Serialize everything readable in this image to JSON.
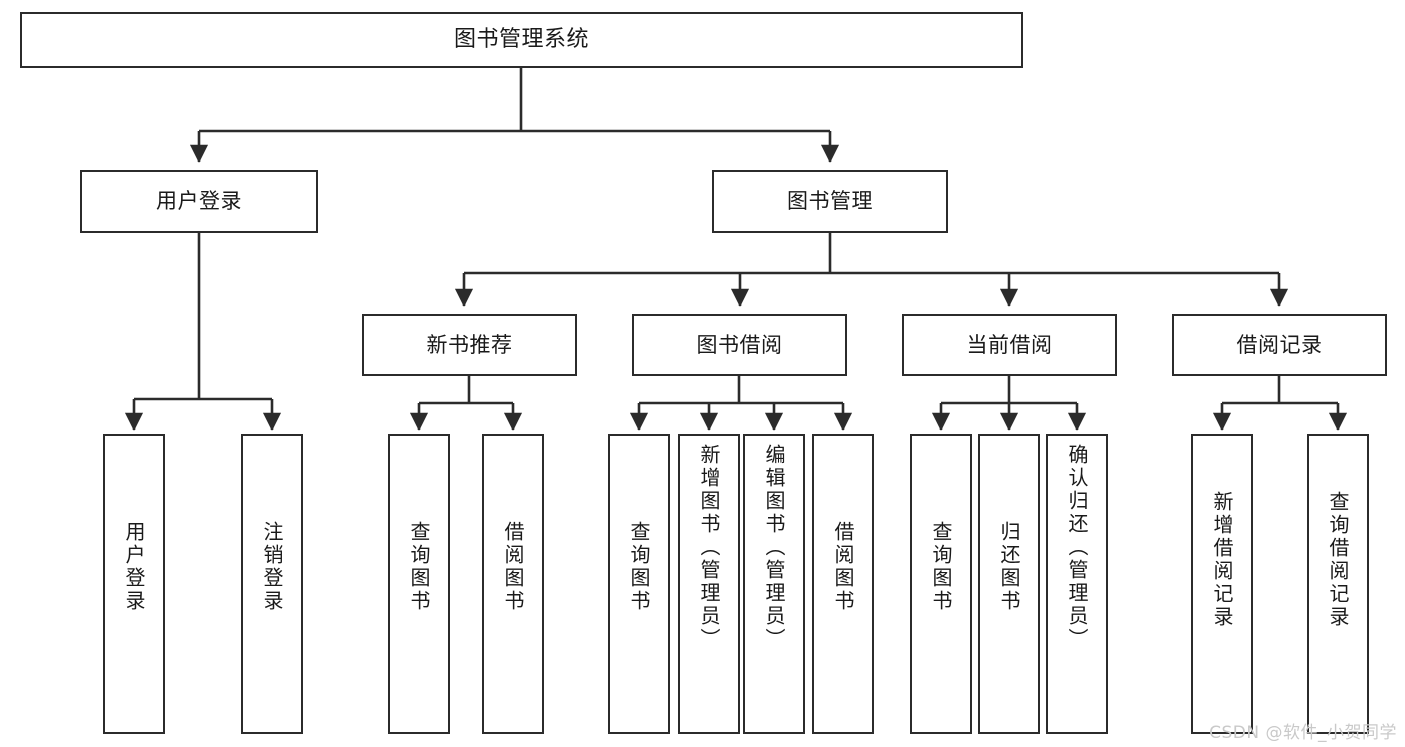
{
  "diagram": {
    "type": "tree-hierarchy-chart",
    "title": "图书管理系统",
    "watermark": "CSDN @软件_小贺同学",
    "colors": {
      "box_border": "#2b2b2b",
      "box_fill": "#ffffff",
      "edge": "#2b2b2b",
      "text": "#1a1a1a",
      "watermark": "#c9c9c9",
      "background": "#ffffff"
    },
    "root": {
      "label": "图书管理系统"
    },
    "level2": [
      {
        "id": "user-login",
        "label": "用户登录"
      },
      {
        "id": "book-manage",
        "label": "图书管理"
      }
    ],
    "level3": [
      {
        "id": "new-book-recommend",
        "label": "新书推荐",
        "parent": "book-manage"
      },
      {
        "id": "book-borrow",
        "label": "图书借阅",
        "parent": "book-manage"
      },
      {
        "id": "current-borrow",
        "label": "当前借阅",
        "parent": "book-manage"
      },
      {
        "id": "borrow-record",
        "label": "借阅记录",
        "parent": "book-manage"
      }
    ],
    "leaves": [
      {
        "id": "leaf-user-login",
        "label": "用户登录",
        "parent": "user-login"
      },
      {
        "id": "leaf-user-logout",
        "label": "注销登录",
        "parent": "user-login"
      },
      {
        "id": "leaf-query-book-1",
        "label": "查询图书",
        "parent": "new-book-recommend"
      },
      {
        "id": "leaf-borrow-book-1",
        "label": "借阅图书",
        "parent": "new-book-recommend"
      },
      {
        "id": "leaf-query-book-2",
        "label": "查询图书",
        "parent": "book-borrow"
      },
      {
        "id": "leaf-add-book",
        "label": "新增图书（管理员）",
        "parent": "book-borrow"
      },
      {
        "id": "leaf-edit-book",
        "label": "编辑图书（管理员）",
        "parent": "book-borrow"
      },
      {
        "id": "leaf-borrow-book-2",
        "label": "借阅图书",
        "parent": "book-borrow"
      },
      {
        "id": "leaf-query-book-3",
        "label": "查询图书",
        "parent": "current-borrow"
      },
      {
        "id": "leaf-return-book",
        "label": "归还图书",
        "parent": "current-borrow"
      },
      {
        "id": "leaf-confirm-return",
        "label": "确认归还（管理员）",
        "parent": "current-borrow"
      },
      {
        "id": "leaf-add-record",
        "label": "新增借阅记录",
        "parent": "borrow-record"
      },
      {
        "id": "leaf-query-record",
        "label": "查询借阅记录",
        "parent": "borrow-record"
      }
    ]
  }
}
